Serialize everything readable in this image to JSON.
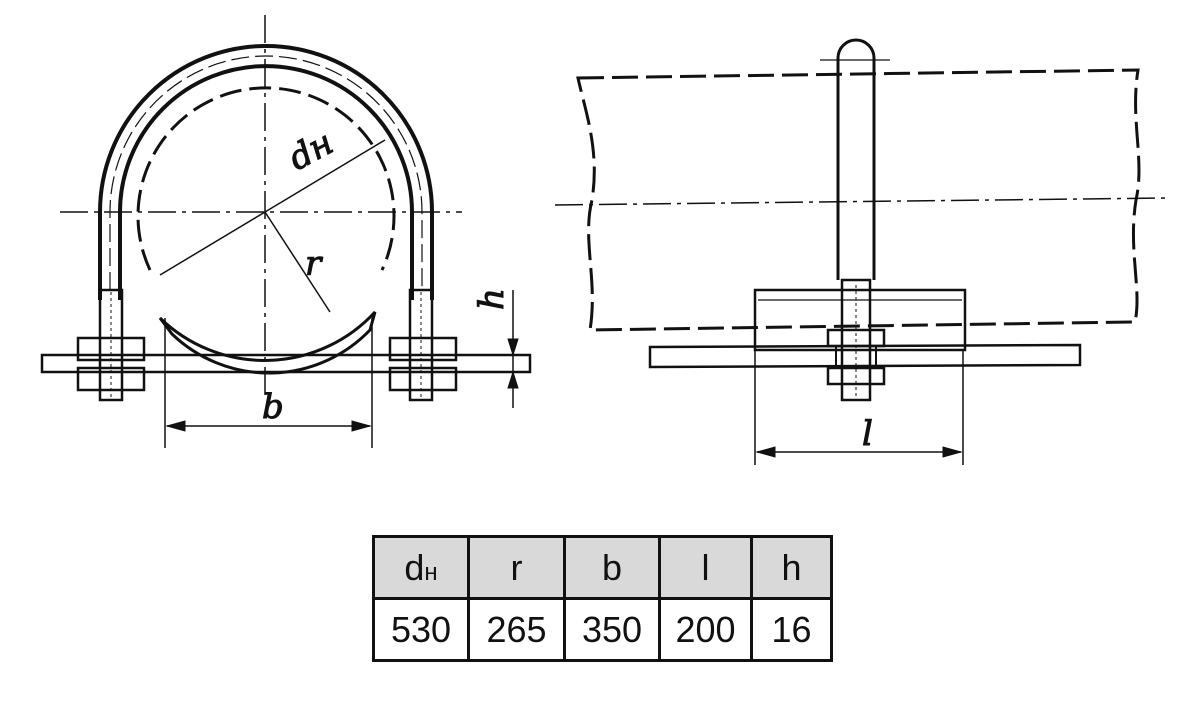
{
  "drawing": {
    "labels": {
      "dn": "dн",
      "r": "r",
      "b": "b",
      "h": "h",
      "l": "l"
    }
  },
  "table": {
    "headers": [
      {
        "main": "d",
        "sub": "н"
      },
      {
        "main": "r"
      },
      {
        "main": "b"
      },
      {
        "main": "l"
      },
      {
        "main": "h"
      }
    ],
    "values": [
      "530",
      "265",
      "350",
      "200",
      "16"
    ]
  }
}
